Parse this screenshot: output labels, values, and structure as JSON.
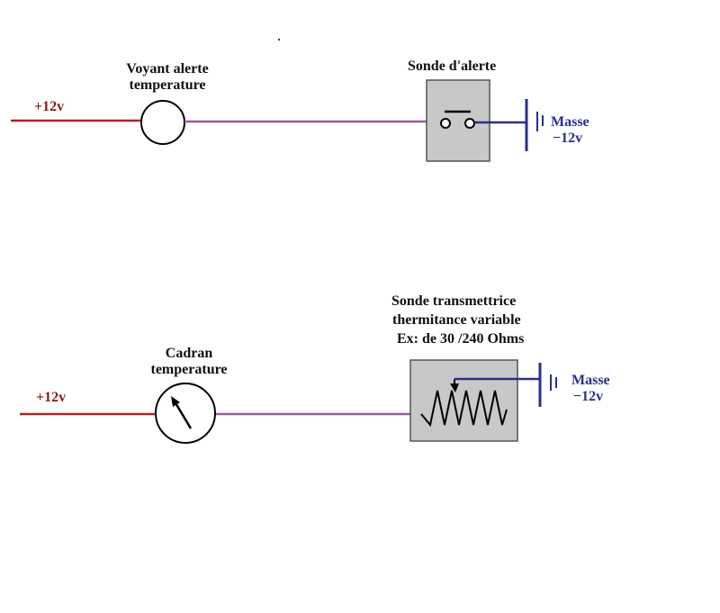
{
  "circuit_alert": {
    "supply_label": "+12v",
    "lamp_label_line1": "Voyant alerte",
    "lamp_label_line2": "temperature",
    "sensor_label": "Sonde d'alerte",
    "ground_label_line1": "Masse",
    "ground_label_line2": "−12v"
  },
  "circuit_gauge": {
    "supply_label": "+12v",
    "gauge_label_line1": "Cadran",
    "gauge_label_line2": "temperature",
    "sensor_label_line1": "Sonde transmettrice",
    "sensor_label_line2": "thermitance  variable",
    "sensor_label_line3": "Ex: de 30 /240 Ohms",
    "ground_label_line1": "Masse",
    "ground_label_line2": "−12v"
  },
  "colors": {
    "positive_wire": "#b22222",
    "signal_wire": "#9b5a9b",
    "ground_wire": "#2b2f8a",
    "sensor_box_fill": "#c8c8c8",
    "sensor_box_stroke": "#555555",
    "component_stroke": "#000000"
  }
}
